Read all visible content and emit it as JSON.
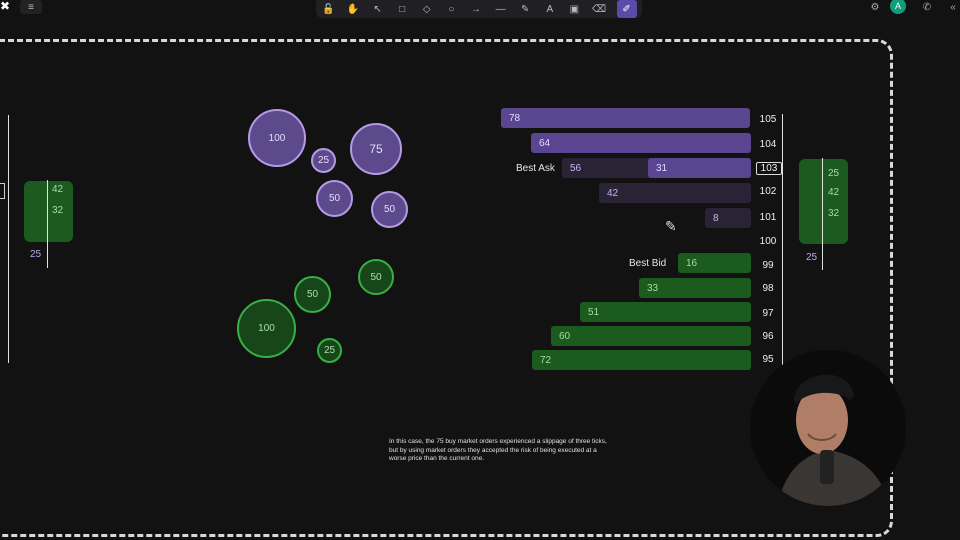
{
  "toolbar": {
    "tools": [
      {
        "name": "lock-icon",
        "glyph": "🔓"
      },
      {
        "name": "hand-icon",
        "glyph": "✋"
      },
      {
        "name": "select-icon",
        "glyph": "↖"
      },
      {
        "name": "rectangle-icon",
        "glyph": "□"
      },
      {
        "name": "diamond-icon",
        "glyph": "◇"
      },
      {
        "name": "ellipse-icon",
        "glyph": "○"
      },
      {
        "name": "arrow-icon",
        "glyph": "→"
      },
      {
        "name": "line-icon",
        "glyph": "—"
      },
      {
        "name": "pencil-icon",
        "glyph": "✎"
      },
      {
        "name": "text-icon",
        "glyph": "A"
      },
      {
        "name": "image-icon",
        "glyph": "▣"
      },
      {
        "name": "eraser-icon",
        "glyph": "⌫"
      },
      {
        "name": "laser-icon",
        "glyph": "✐"
      }
    ],
    "active_tool": "laser-icon",
    "avatar_letter": "A"
  },
  "canvas": {
    "purple_orders": [
      "100",
      "25",
      "75",
      "50",
      "50"
    ],
    "green_orders": [
      "50",
      "50",
      "100",
      "25"
    ],
    "asks": [
      {
        "price": "105",
        "qty": "78"
      },
      {
        "price": "104",
        "qty": "64"
      },
      {
        "price": "103",
        "qty": "56",
        "qty2": "31",
        "label": "Best Ask"
      },
      {
        "price": "102",
        "qty": "42"
      },
      {
        "price": "101",
        "qty": "8"
      },
      {
        "price": "100",
        "qty": ""
      }
    ],
    "bids": [
      {
        "price": "99",
        "qty": "16",
        "label": "Best Bid"
      },
      {
        "price": "98",
        "qty": "33"
      },
      {
        "price": "97",
        "qty": "51"
      },
      {
        "price": "96",
        "qty": "60"
      },
      {
        "price": "95",
        "qty": "72"
      }
    ],
    "left_stack": {
      "values": [
        "42",
        "32"
      ],
      "below": "25"
    },
    "right_stack": {
      "values": [
        "25",
        "42",
        "32"
      ],
      "below": "25"
    },
    "caption": "In this case, the 75 buy market orders experienced a slippage of three ticks, but by using market orders they accepted the risk of being executed at a worse price than the current one."
  },
  "colors": {
    "ask_bar": "#5a4690",
    "bid_bar": "#1b5b1d",
    "purple_circle": "#5d4a8d",
    "green_circle": "#16461a"
  }
}
